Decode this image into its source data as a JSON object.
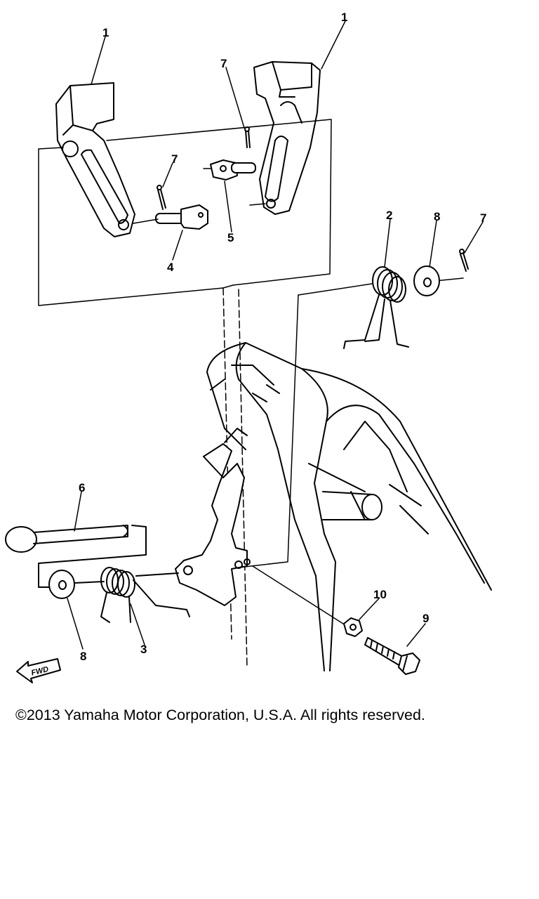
{
  "callouts": {
    "part_1a": "1",
    "part_1b": "1",
    "part_7a": "7",
    "part_7b": "7",
    "part_7c": "7",
    "part_4": "4",
    "part_5": "5",
    "part_2": "2",
    "part_8a": "8",
    "part_8b": "8",
    "part_6": "6",
    "part_3": "3",
    "part_10": "10",
    "part_9": "9"
  },
  "fwd_label": "FWD",
  "footer": {
    "copyright": "©2013 Yamaha Motor Corporation, U.S.A. All rights reserved."
  }
}
